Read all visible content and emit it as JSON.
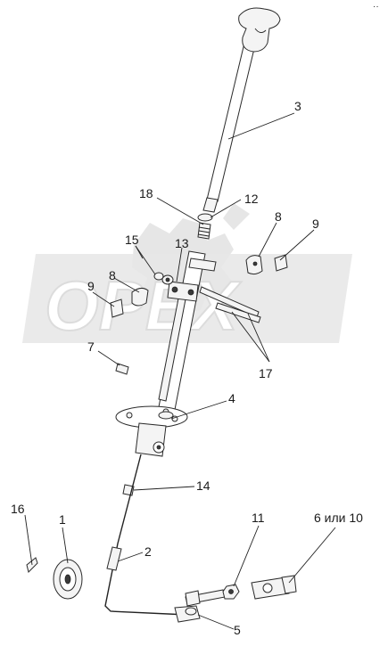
{
  "watermark": {
    "text": "OPEX"
  },
  "corner_mark": "··",
  "callouts": [
    {
      "id": "3",
      "label": "3"
    },
    {
      "id": "18",
      "label": "18"
    },
    {
      "id": "12",
      "label": "12"
    },
    {
      "id": "15",
      "label": "15"
    },
    {
      "id": "13",
      "label": "13"
    },
    {
      "id": "8a",
      "label": "8"
    },
    {
      "id": "9a",
      "label": "9"
    },
    {
      "id": "8b",
      "label": "8"
    },
    {
      "id": "9b",
      "label": "9"
    },
    {
      "id": "7",
      "label": "7"
    },
    {
      "id": "17",
      "label": "17"
    },
    {
      "id": "4",
      "label": "4"
    },
    {
      "id": "14",
      "label": "14"
    },
    {
      "id": "16",
      "label": "16"
    },
    {
      "id": "1",
      "label": "1"
    },
    {
      "id": "2",
      "label": "2"
    },
    {
      "id": "11",
      "label": "11"
    },
    {
      "id": "6",
      "label": "6 или 10"
    },
    {
      "id": "5",
      "label": "5"
    }
  ]
}
